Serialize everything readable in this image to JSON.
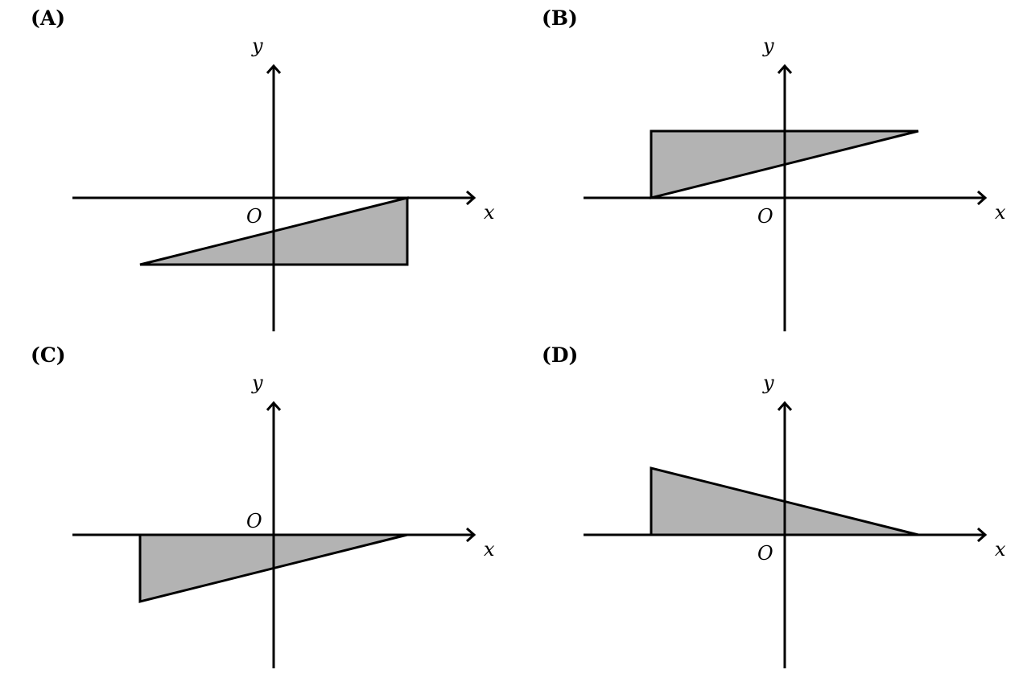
{
  "diagram": {
    "fill_color": "#b3b3b3",
    "stroke_color": "#000000",
    "axis_labels": {
      "x": "x",
      "y": "y",
      "origin": "O"
    },
    "panels": [
      {
        "label": "(A)",
        "vertices": [
          [
            -2,
            -1
          ],
          [
            2,
            -1
          ],
          [
            2,
            0
          ]
        ]
      },
      {
        "label": "(B)",
        "vertices": [
          [
            -2,
            0
          ],
          [
            -2,
            1
          ],
          [
            2,
            1
          ]
        ]
      },
      {
        "label": "(C)",
        "vertices": [
          [
            -2,
            0
          ],
          [
            2,
            0
          ],
          [
            -2,
            -1
          ]
        ]
      },
      {
        "label": "(D)",
        "vertices": [
          [
            -2,
            0
          ],
          [
            -2,
            1
          ],
          [
            2,
            0
          ]
        ]
      }
    ]
  }
}
